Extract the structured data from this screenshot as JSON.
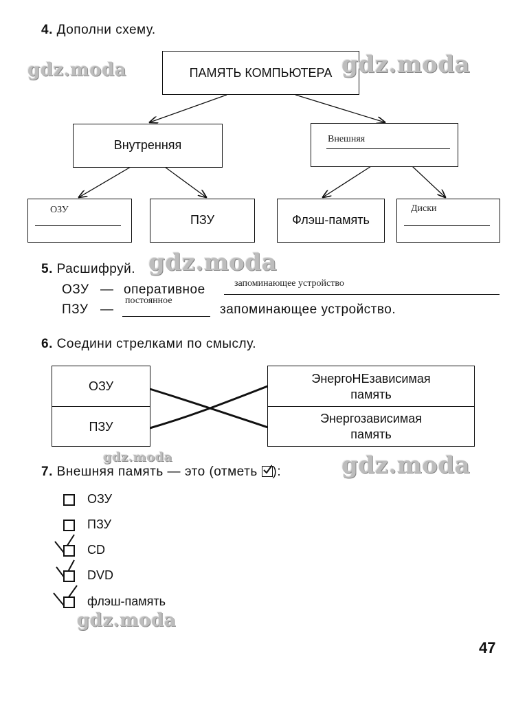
{
  "task4": {
    "number": "4.",
    "title": "Дополни схему.",
    "root": "ПАМЯТЬ КОМПЬЮТЕРА",
    "internal": "Внутренняя",
    "external_answer": "Внешняя",
    "ozu_answer": "ОЗУ",
    "pzu": "ПЗУ",
    "flash": "Флэш-память",
    "disks_answer": "Диски"
  },
  "task5": {
    "number": "5.",
    "title": "Расшифруй.",
    "line1_abbr": "ОЗУ",
    "dash": "—",
    "line1_word": "оперативное",
    "line1_answer": "запоминающее устройство",
    "line2_abbr": "ПЗУ",
    "line2_answer": "постоянное",
    "line2_tail": "запоминающее устройство."
  },
  "task6": {
    "number": "6.",
    "title": "Соедини стрелками по смыслу.",
    "left": [
      "ОЗУ",
      "ПЗУ"
    ],
    "right": [
      {
        "line1": "ЭнергоНЕзависимая",
        "line2": "память"
      },
      {
        "line1": "Энергозависимая",
        "line2": "память"
      }
    ]
  },
  "task7": {
    "number": "7.",
    "title_before": "Внешняя память — это (отметь",
    "title_after": "):",
    "options": [
      {
        "label": "ОЗУ",
        "checked": false
      },
      {
        "label": "ПЗУ",
        "checked": false
      },
      {
        "label": "CD",
        "checked": true
      },
      {
        "label": "DVD",
        "checked": true
      },
      {
        "label": "флэш-память",
        "checked": true
      }
    ]
  },
  "watermark": "gdz.moda",
  "page_number": "47"
}
